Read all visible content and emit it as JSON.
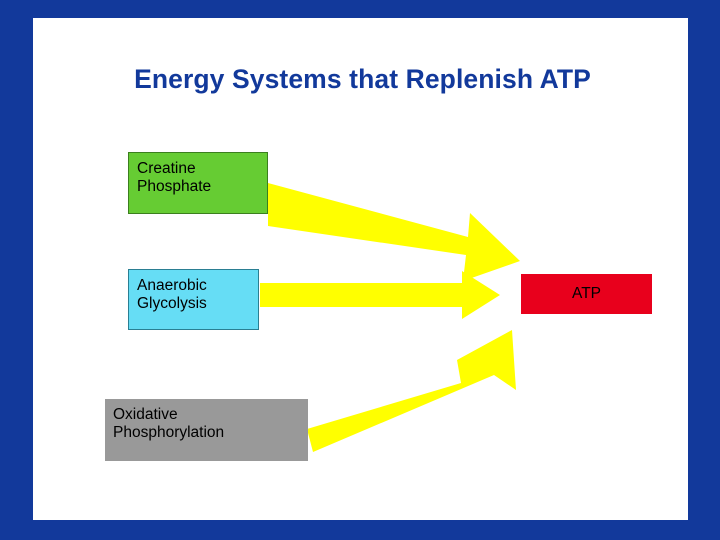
{
  "slide": {
    "title": "Energy Systems that Replenish ATP",
    "title_color": "#12399B",
    "frame_color": "#12399B",
    "background": "#ffffff"
  },
  "diagram": {
    "type": "flow",
    "arrow_color": "#FFFF00",
    "sources": [
      {
        "id": "creatine-phosphate",
        "label": "Creatine\nPhosphate",
        "line1": "Creatine",
        "line2": "Phosphate",
        "color": "#66CC33",
        "border_color": "#3B7F1E"
      },
      {
        "id": "anaerobic-glycolysis",
        "label": "Anaerobic\nGlycolysis",
        "line1": "Anaerobic",
        "line2": "Glycolysis",
        "color": "#66DDF5",
        "border_color": "#2A7F93"
      },
      {
        "id": "oxidative-phosphorylation",
        "label": "Oxidative\nPhosphorylation",
        "line1": "Oxidative",
        "line2": "Phosphorylation",
        "color": "#999999",
        "border_color": "#999999"
      }
    ],
    "target": {
      "id": "atp",
      "label": "ATP",
      "color": "#E8001C"
    }
  }
}
